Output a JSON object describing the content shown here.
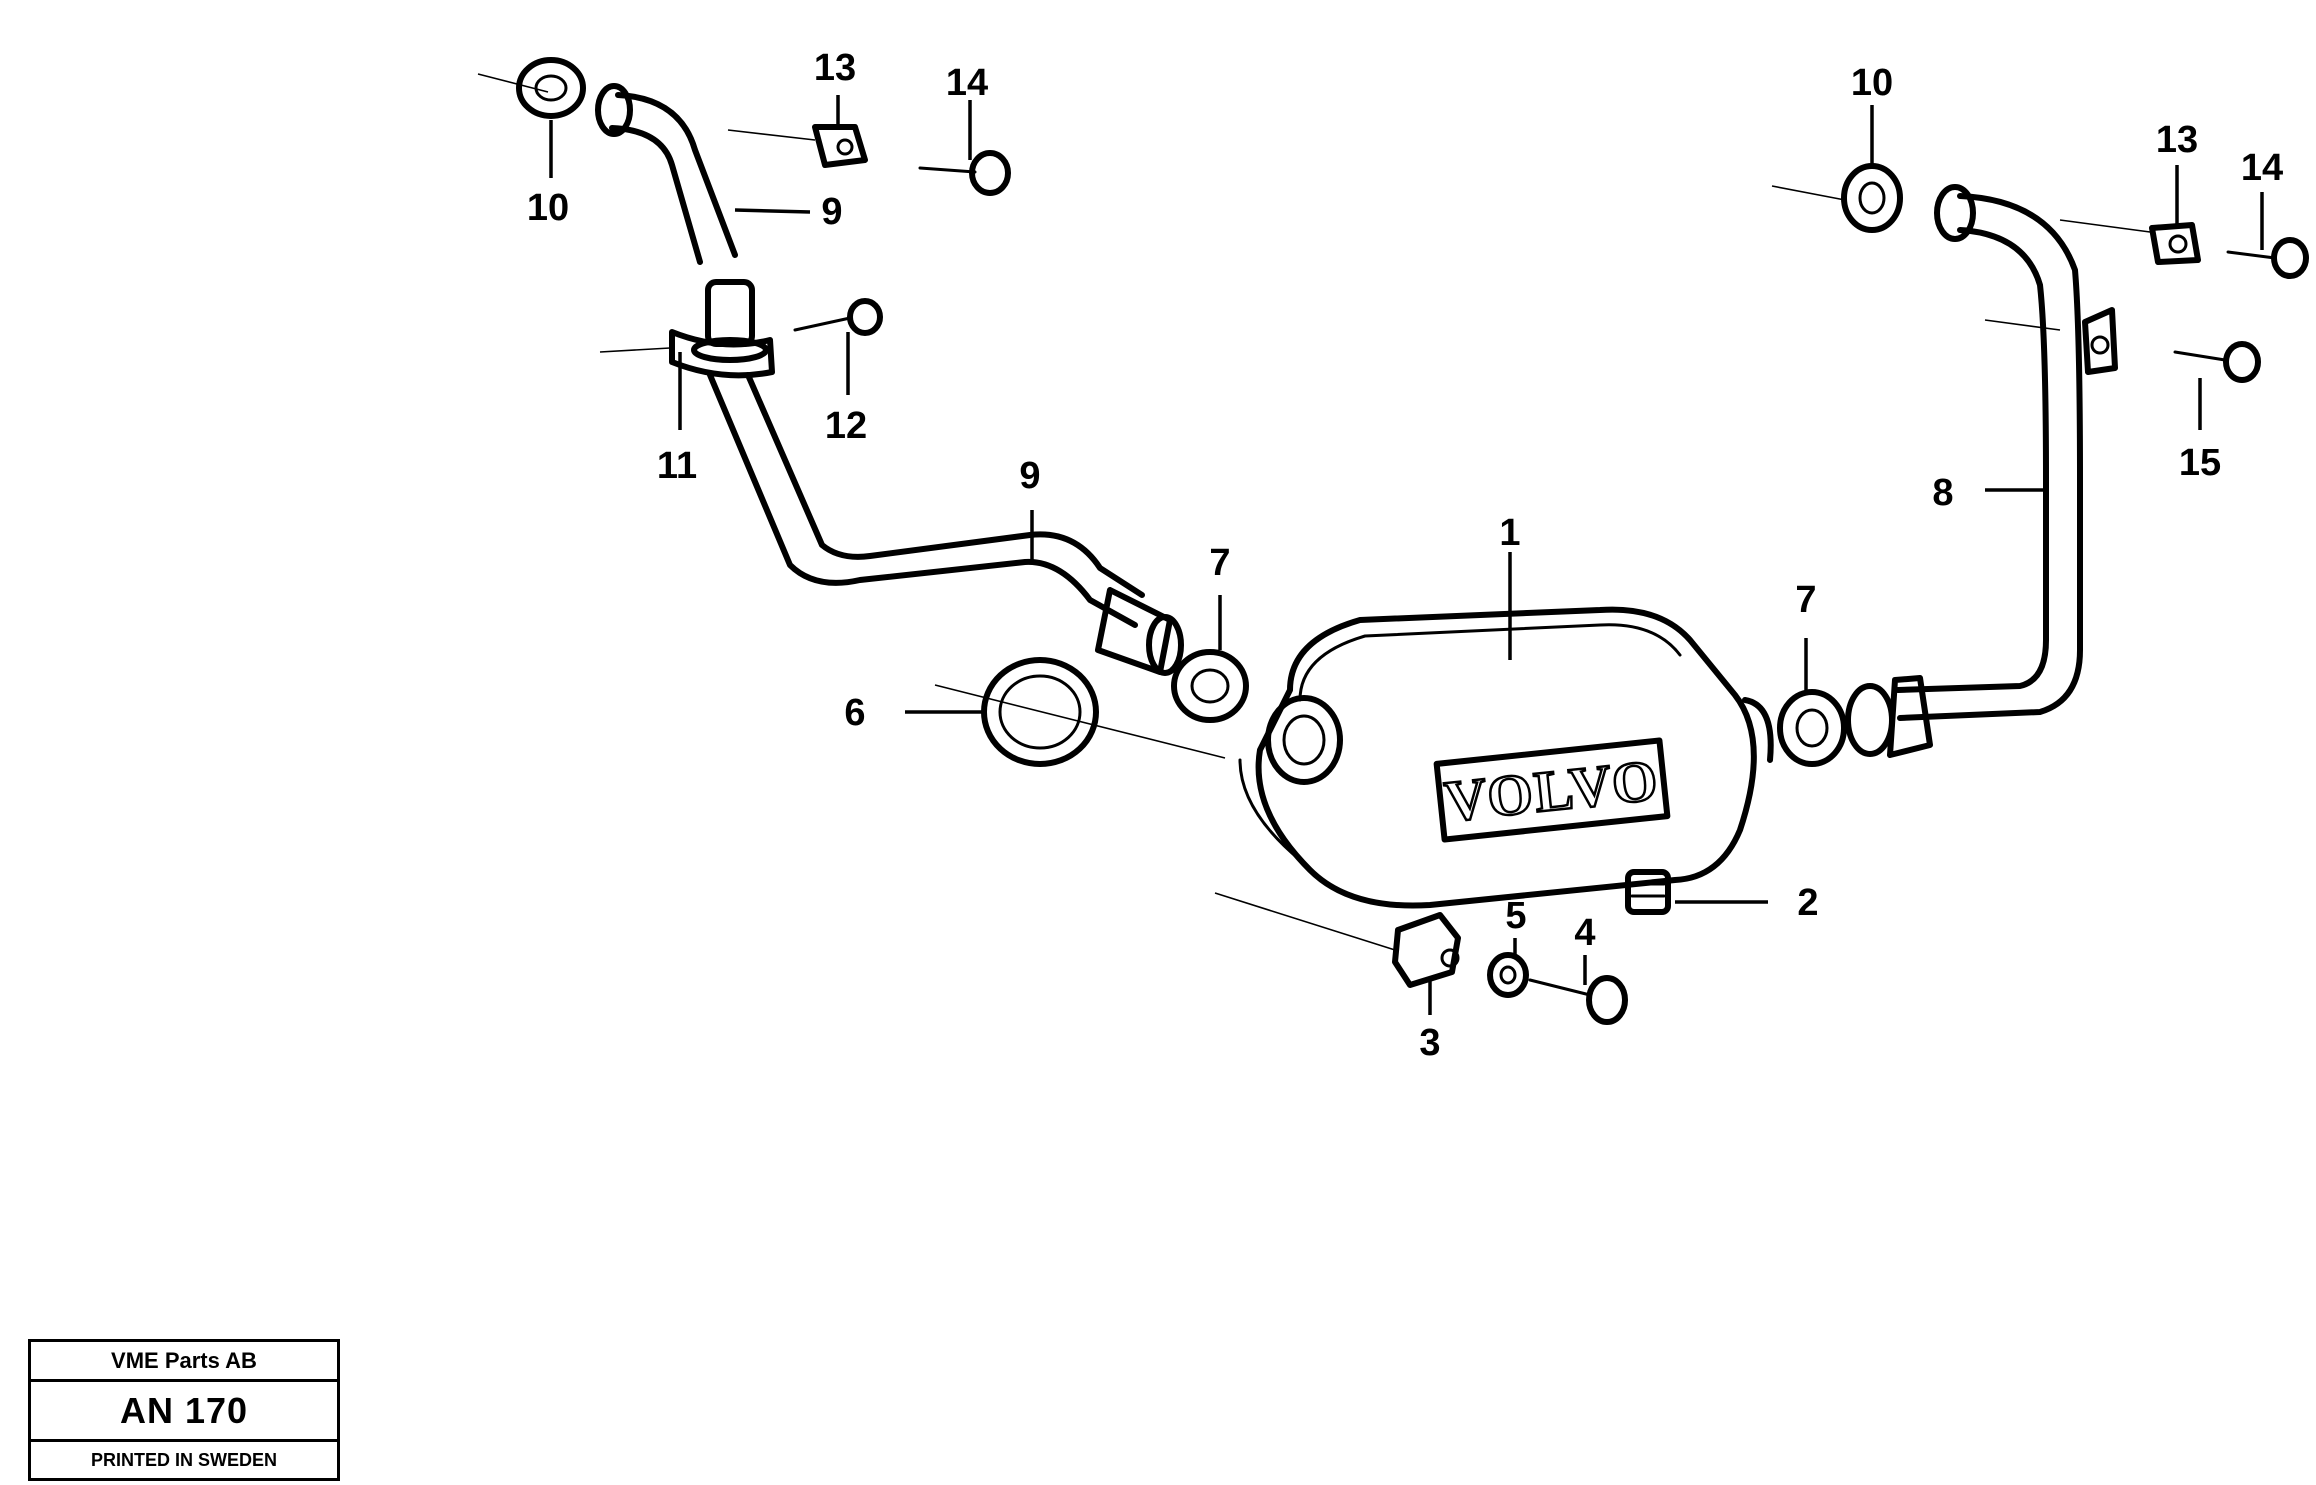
{
  "diagram": {
    "logo_text": "VOLVO",
    "callouts": {
      "c1": "1",
      "c2": "2",
      "c3": "3",
      "c4": "4",
      "c5": "5",
      "c6": "6",
      "c7a": "7",
      "c7b": "7",
      "c8": "8",
      "c9a": "9",
      "c9b": "9",
      "c10a": "10",
      "c10b": "10",
      "c11": "11",
      "c12": "12",
      "c13a": "13",
      "c13b": "13",
      "c14a": "14",
      "c14b": "14",
      "c15": "15"
    }
  },
  "title_block": {
    "company": "VME Parts AB",
    "drawing_number": "AN 170",
    "printed": "PRINTED IN SWEDEN"
  }
}
